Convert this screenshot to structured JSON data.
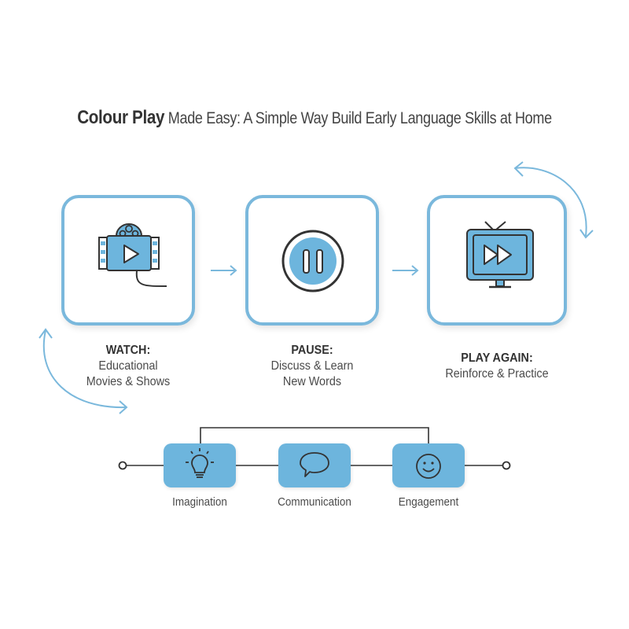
{
  "title": {
    "strong": "Colour Play",
    "rest": " Made Easy: A Simple Way Build Early Language Skills at Home"
  },
  "colors": {
    "accent": "#7ab8dc",
    "icon_fill": "#6db5dd",
    "stroke": "#333333",
    "text": "#4a4a4a"
  },
  "steps": [
    {
      "icon": "film-reel-play-icon",
      "heading": "WATCH:",
      "line1": "Educational",
      "line2": "Movies & Shows"
    },
    {
      "icon": "pause-button-icon",
      "heading": "PAUSE:",
      "line1": "Discuss & Learn",
      "line2": "New Words"
    },
    {
      "icon": "tv-fast-forward-icon",
      "heading": "PLAY AGAIN:",
      "line1": "Reinforce & Practice",
      "line2": ""
    }
  ],
  "flow_arrows": [
    "arrow-right",
    "arrow-right"
  ],
  "cycle_arrows": [
    "curved-double-arrow-top-right",
    "curved-double-arrow-bottom-left"
  ],
  "skills": [
    {
      "icon": "lightbulb-icon",
      "label": "Imagination"
    },
    {
      "icon": "speech-bubble-icon",
      "label": "Communication"
    },
    {
      "icon": "smiley-face-icon",
      "label": "Engagement"
    }
  ]
}
